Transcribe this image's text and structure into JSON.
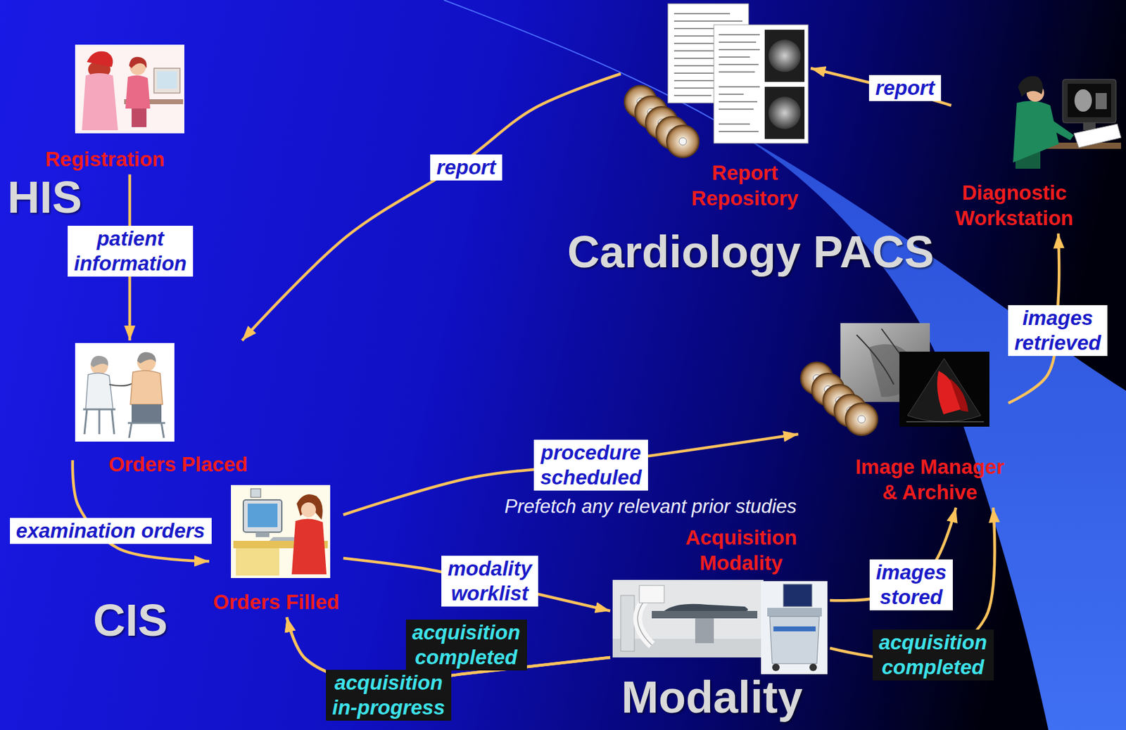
{
  "diagram": {
    "nodes": [
      {
        "text": [
          "Registration"
        ]
      },
      {
        "text": [
          "Orders Placed"
        ]
      },
      {
        "text": [
          "Orders Filled"
        ]
      },
      {
        "text": [
          "Report Repository"
        ]
      },
      {
        "text": [
          "Diagnostic Workstation"
        ]
      },
      {
        "text": [
          "Image Manager & Archive"
        ]
      },
      {
        "text": [
          "Acquisition Modality"
        ]
      }
    ],
    "edges": [
      {
        "from": 0,
        "to": 1,
        "label": "patient information",
        "arrow": "to"
      },
      {
        "from": 1,
        "to": 2,
        "label": "examination orders",
        "arrow": "to"
      },
      {
        "from": 2,
        "to": 6,
        "label": "modality worklist",
        "arrow": "to"
      },
      {
        "from": 2,
        "to": 5,
        "label": "procedure scheduled",
        "arrow": "to"
      },
      {
        "from": 6,
        "to": 2,
        "label": "acquisition completed",
        "arrow": "to"
      },
      {
        "from": 6,
        "to": 2,
        "label": "acquisition in-progress",
        "arrow": "to"
      },
      {
        "from": 6,
        "to": 5,
        "label": "images stored",
        "arrow": "to"
      },
      {
        "from": 6,
        "to": 5,
        "label": "acquisition completed",
        "arrow": "to"
      },
      {
        "from": 5,
        "to": 4,
        "label": "images retrieved",
        "arrow": "to"
      },
      {
        "from": 4,
        "to": 3,
        "label": "report",
        "arrow": "to"
      },
      {
        "from": 3,
        "to": 1,
        "label": "report",
        "arrow": "to"
      }
    ],
    "labels": [
      "HIS",
      "CIS",
      "Cardiology PACS",
      "Modality",
      "Prefetch any relevant prior studies"
    ]
  }
}
